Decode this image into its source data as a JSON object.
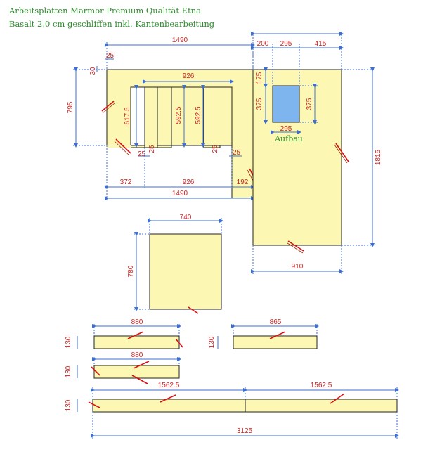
{
  "header": {
    "line1": "Arbeitsplatten Marmor Premium Qualität Etna",
    "line2": "Basalt 2,0 cm geschliffen inkl. Kantenbearbeitung"
  },
  "main_piece": {
    "top_width": "1490",
    "notch_w": "25",
    "notch_h": "30",
    "left_height": "795",
    "inner_width": "926",
    "left_inner_height": "617.5",
    "mid_height_a": "592.5",
    "mid_height_b": "592.5",
    "tab_a": "25",
    "tab_b": "25",
    "tab_c": "25",
    "tab_d": "25",
    "bottom_left": "372",
    "bottom_mid": "926",
    "bottom_right": "192",
    "bottom_total": "1490"
  },
  "right_piece": {
    "seg1": "200",
    "seg2": "295",
    "seg3": "415",
    "cut_v1": "175",
    "cut_v2": "375",
    "cut_v3": "375",
    "cut_w": "295",
    "cut_label": "Aufbau",
    "height": "1815",
    "width": "910"
  },
  "square_piece": {
    "width": "740",
    "height": "780"
  },
  "strips": [
    {
      "width": "880",
      "height": "130"
    },
    {
      "width": "865",
      "height": "130"
    },
    {
      "width": "880",
      "height": "130"
    }
  ],
  "long_strip": {
    "left": "1562.5",
    "right": "1562.5",
    "total": "3125",
    "height": "130"
  },
  "colors": {
    "part_fill": "#fcf8b4",
    "dimension_text": "#cc2222",
    "dimension_line": "#3b6fd4",
    "title_text": "#2e8b2e",
    "cutout_fill": "#7fb5ee"
  }
}
